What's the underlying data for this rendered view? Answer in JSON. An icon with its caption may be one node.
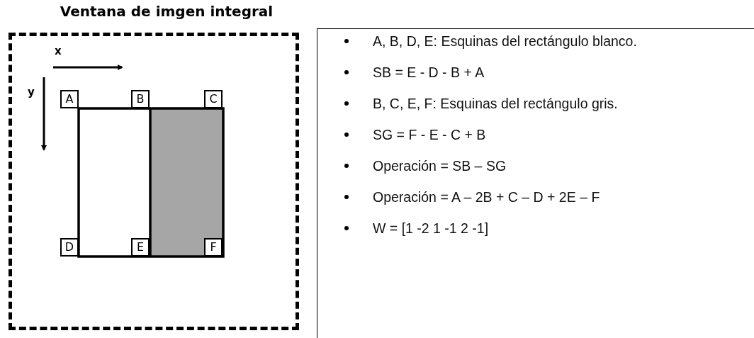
{
  "diagram": {
    "nodes": [
      {
        "text": [
          "Ventana de imgen integral"
        ]
      },
      {
        "text": [
          "A"
        ],
        "in": 0
      },
      {
        "text": [
          "B"
        ],
        "in": 0
      },
      {
        "text": [
          "C"
        ],
        "in": 0
      },
      {
        "text": [
          "D"
        ],
        "in": 0
      },
      {
        "text": [
          "E"
        ],
        "in": 0
      },
      {
        "text": [
          "F"
        ],
        "in": 0
      },
      {
        "text": [
          "A, B, D, E: Esquinas del rectángulo blanco.",
          "SB = E - D - B + A",
          "B, C, E, F: Esquinas del rectángulo gris.",
          "SG = F - E - C + B",
          "Operación = SB – SG",
          "Operación = A – 2B + C – D + 2E – F",
          "W = [1 -2 1 -1 2 -1]"
        ]
      }
    ],
    "edges": [],
    "labels": [
      "x",
      "y"
    ]
  }
}
